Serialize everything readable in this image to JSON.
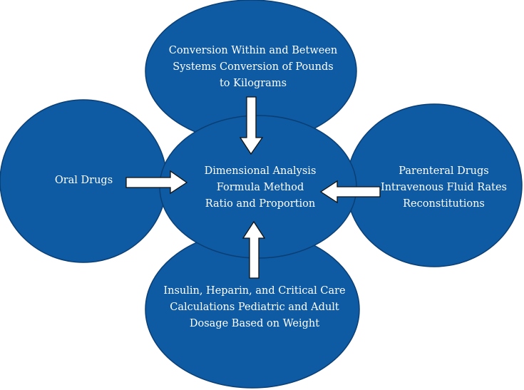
{
  "diagram": {
    "colors": {
      "fill": "#0e5ba3",
      "stroke": "#0a3f75",
      "arrow_fill": "#ffffff",
      "arrow_stroke": "#111111",
      "text": "#ffffff"
    },
    "center": {
      "lines": [
        "Dimensional Analysis",
        "Formula Method",
        "Ratio and Proportion"
      ]
    },
    "top": {
      "lines": [
        "Conversion Within and Between",
        "Systems Conversion of Pounds",
        "to Kilograms"
      ]
    },
    "left": {
      "lines": [
        "Oral Drugs"
      ]
    },
    "right": {
      "lines": [
        "Parenteral Drugs",
        "Intravenous Fluid Rates",
        "Reconstitutions"
      ]
    },
    "bottom": {
      "lines": [
        "Insulin, Heparin, and Critical Care",
        "Calculations Pediatric and Adult",
        "Dosage Based on Weight"
      ]
    },
    "arrows": [
      "top-to-center",
      "left-to-center",
      "right-to-center",
      "bottom-to-center"
    ]
  }
}
